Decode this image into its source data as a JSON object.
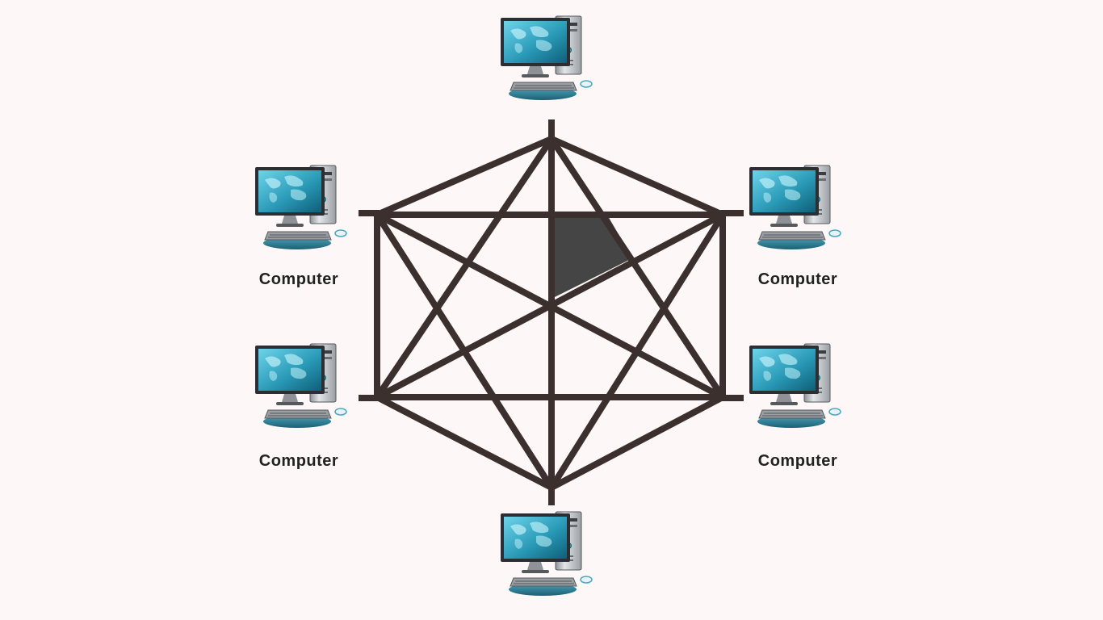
{
  "diagram": {
    "topology": "mesh",
    "nodes": [
      {
        "id": "top",
        "label": ""
      },
      {
        "id": "upper-left",
        "label": "Computer"
      },
      {
        "id": "upper-right",
        "label": "Computer"
      },
      {
        "id": "lower-left",
        "label": "Computer"
      },
      {
        "id": "lower-right",
        "label": "Computer"
      },
      {
        "id": "bottom",
        "label": ""
      }
    ],
    "colors": {
      "background": "#fdf8f7",
      "line": "#3b302e",
      "shaded_region": "#454545",
      "screen": "#2a9bb8",
      "tower": "#c9ccd0",
      "keyboard_base": "#2f7f96"
    },
    "icons": [
      "computer-icon"
    ]
  }
}
